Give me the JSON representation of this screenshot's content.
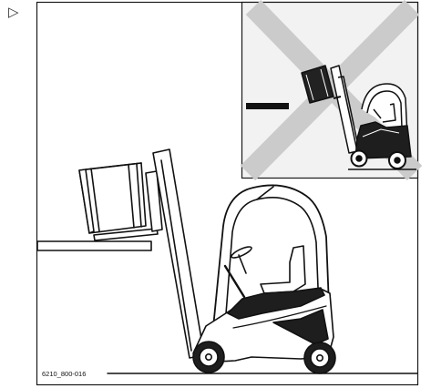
{
  "marker": {
    "symbol": "▷"
  },
  "figure": {
    "reference_code": "6210_800-016",
    "inset": {
      "verdict": "wrong",
      "cross_color": "#c9c9c9"
    },
    "main": {
      "verdict": "correct"
    }
  }
}
